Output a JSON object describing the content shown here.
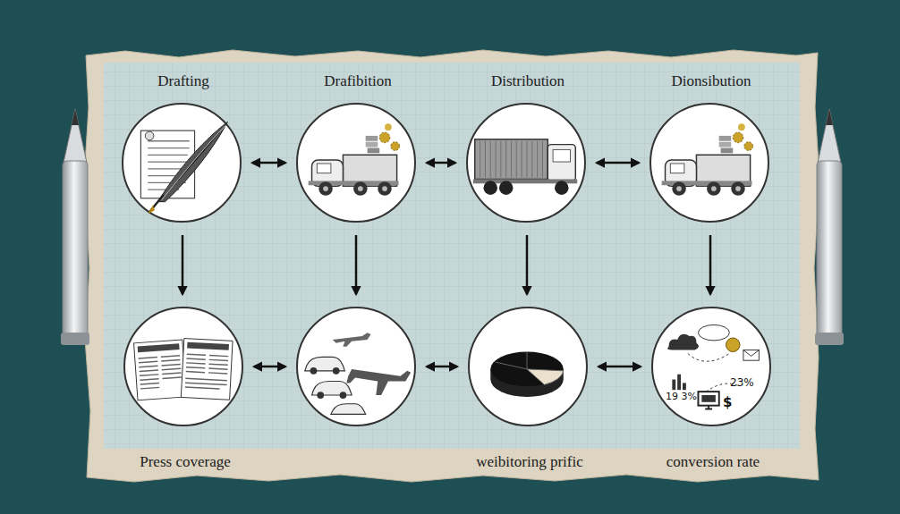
{
  "diagram": {
    "nodes": [
      {
        "text": [
          "Drafting"
        ]
      },
      {
        "text": [
          "Drafibition"
        ]
      },
      {
        "text": [
          "Distribution"
        ]
      },
      {
        "text": [
          "Dionsibution"
        ]
      },
      {
        "text": [
          "Press coverage"
        ]
      },
      {
        "text": []
      },
      {
        "text": [
          "weibitoring prific"
        ]
      },
      {
        "text": [
          "conversion rate"
        ]
      }
    ],
    "edges": [
      {
        "from": 0,
        "to": 1,
        "arrow": "both"
      },
      {
        "from": 1,
        "to": 2,
        "arrow": "both"
      },
      {
        "from": 2,
        "to": 3,
        "arrow": "both"
      },
      {
        "from": 0,
        "to": 4,
        "arrow": "to"
      },
      {
        "from": 1,
        "to": 5,
        "arrow": "to"
      },
      {
        "from": 2,
        "to": 6,
        "arrow": "to"
      },
      {
        "from": 3,
        "to": 7,
        "arrow": "to"
      },
      {
        "from": 4,
        "to": 5,
        "arrow": "both"
      },
      {
        "from": 5,
        "to": 6,
        "arrow": "both"
      },
      {
        "from": 6,
        "to": 7,
        "arrow": "both"
      }
    ],
    "labels": [
      "19 3%",
      "23%",
      "$"
    ]
  }
}
